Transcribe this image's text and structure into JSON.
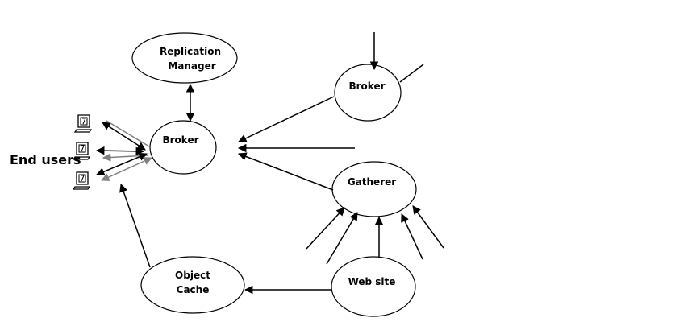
{
  "nodes": {
    "replication_manager": [
      "Replication",
      "Manager"
    ],
    "broker_main": [
      "Broker"
    ],
    "broker_remote": [
      "Broker"
    ],
    "gatherer": [
      "Gatherer"
    ],
    "object_cache": [
      "Object",
      "Cache"
    ],
    "web_site": [
      "Web site"
    ]
  },
  "end_users_label": "End users",
  "colors": {
    "stroke": "#000000",
    "gray_arrow": "#808080",
    "background": "#ffffff"
  }
}
